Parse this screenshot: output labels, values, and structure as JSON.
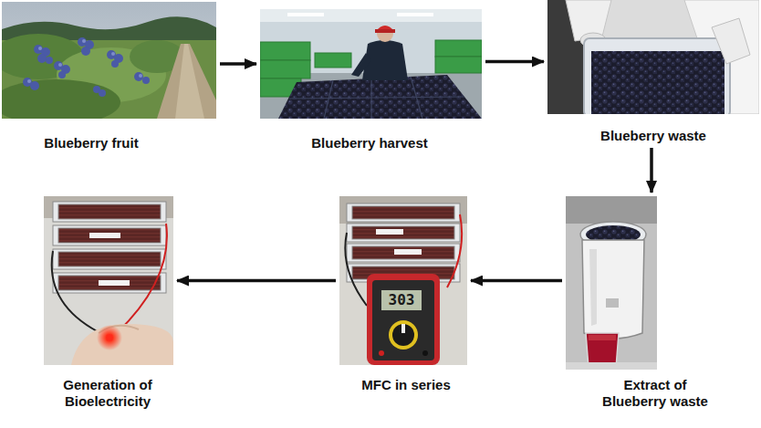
{
  "diagram": {
    "nodes": [
      {
        "text": [
          "Blueberry fruit"
        ]
      },
      {
        "text": [
          "Blueberry harvest"
        ]
      },
      {
        "text": [
          "Blueberry waste"
        ]
      },
      {
        "text": [
          "Extract of Blueberry waste"
        ]
      },
      {
        "text": [
          "MFC in series"
        ]
      },
      {
        "text": [
          "Generation of Bioelectricity"
        ]
      }
    ],
    "edges": [
      {
        "from": 0,
        "to": 1,
        "arrow": "to"
      },
      {
        "from": 1,
        "to": 2,
        "arrow": "to"
      },
      {
        "from": 2,
        "to": 3,
        "arrow": "to"
      },
      {
        "from": 3,
        "to": 4,
        "arrow": "to"
      },
      {
        "from": 4,
        "to": 5,
        "arrow": "to"
      }
    ],
    "labels": [
      "303"
    ]
  }
}
